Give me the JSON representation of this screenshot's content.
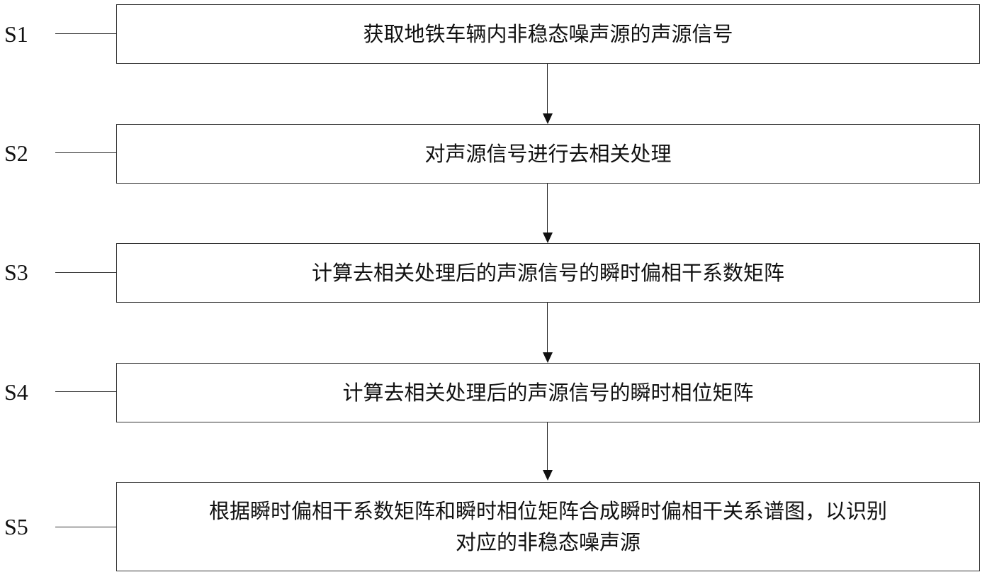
{
  "steps": [
    {
      "label": "S1",
      "text": "获取地铁车辆内非稳态噪声源的声源信号"
    },
    {
      "label": "S2",
      "text": "对声源信号进行去相关处理"
    },
    {
      "label": "S3",
      "text": "计算去相关处理后的声源信号的瞬时偏相干系数矩阵"
    },
    {
      "label": "S4",
      "text": "计算去相关处理后的声源信号的瞬时相位矩阵"
    },
    {
      "label": "S5",
      "text": "根据瞬时偏相干系数矩阵和瞬时相位矩阵合成瞬时偏相干关系谱图，以识别\n对应的非稳态噪声源"
    }
  ]
}
